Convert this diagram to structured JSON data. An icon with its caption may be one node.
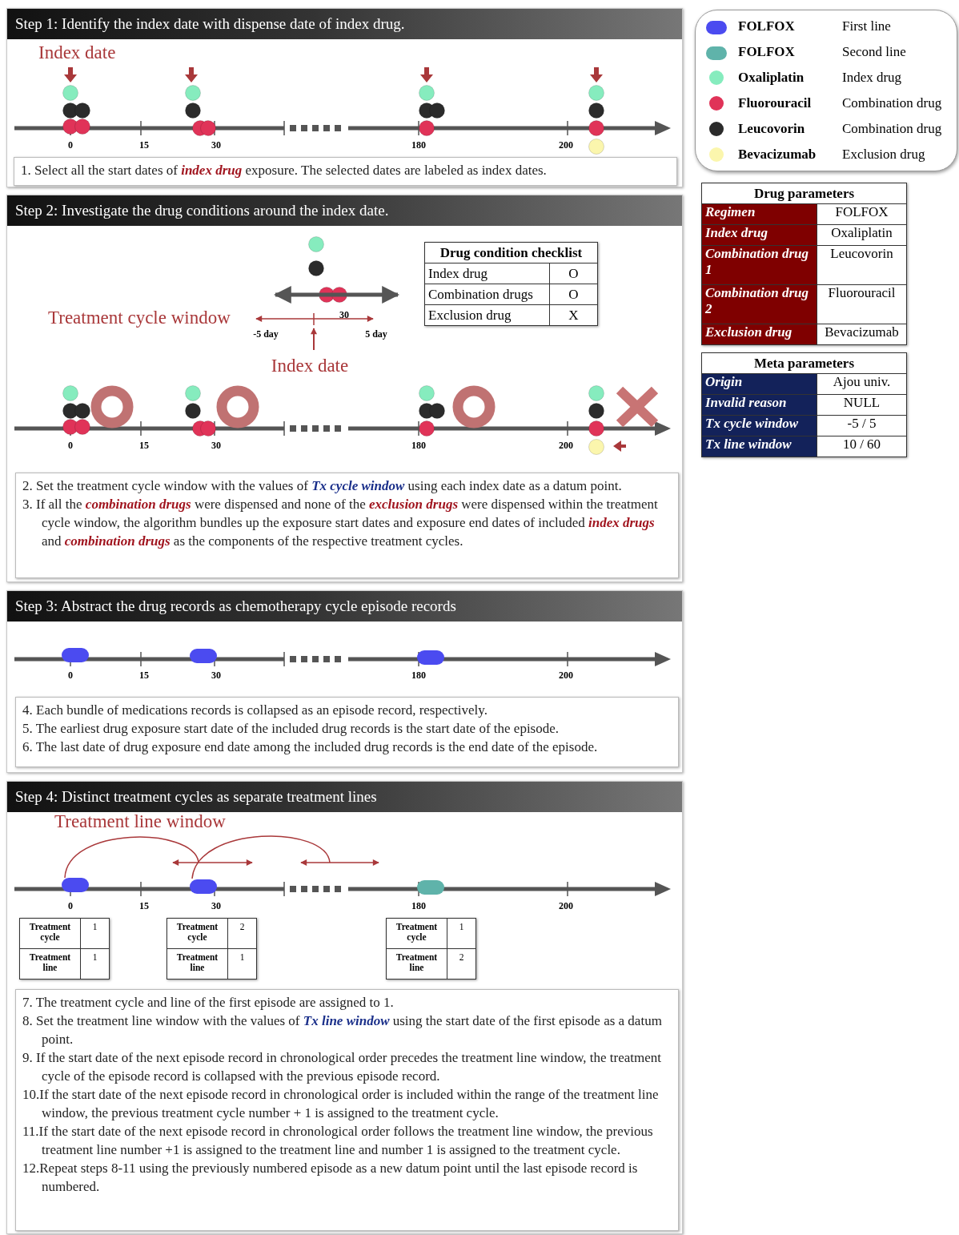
{
  "diagram": {
    "nodes": [
      {
        "text": [
          "Step 1: Identify the index date with dispense date of index drug."
        ]
      },
      {
        "text": [
          "1. Select all the start dates of *index drug* exposure. The selected dates are labeled as index dates."
        ],
        "in": 0
      },
      {
        "text": [
          "Step 2: Investigate the drug conditions around the index date."
        ]
      },
      {
        "text": [
          "2. Set the treatment cycle window with the values of **Tx cycle window** using each index date as a datum point.",
          "3. If all the *combination drugs* were dispensed and none of the *exclusion drugs* were dispensed within the treatment cycle window, the algorithm bundles up the exposure start dates and exposure end dates of included *index drugs* and *combination drugs* as the components of the respective treatment cycles."
        ],
        "in": 2
      },
      {
        "text": [
          "Step 3: Abstract the drug records as chemotherapy cycle episode records"
        ]
      },
      {
        "text": [
          "4. Each bundle of medications records is collapsed as an episode record, respectively.",
          "5. The earliest drug exposure start date of the included drug records is the start date of the episode.",
          "6. The last date of drug exposure end date among the included drug records is the end date of the episode."
        ],
        "in": 4
      },
      {
        "text": [
          "Step 4: Distinct treatment cycles as separate treatment lines"
        ]
      },
      {
        "text": [
          "7. The treatment cycle and line of the first episode are assigned to 1.",
          "8. Set the treatment line window with the values of **Tx line window** using the start date of the first episode as a datum point.",
          "9. If the start date of the next episode record in chronological order precedes the treatment line window, the treatment cycle of the episode record is collapsed with the previous episode record.",
          "10.If the start date of the next episode record in chronological order is included within the range of the treatment line window, the previous treatment cycle number + 1 is assigned to the treatment cycle.",
          "11.If the start date of the next episode record in chronological order follows the treatment line window, the previous treatment line number +1 is assigned to the treatment line and number 1 is assigned to the treatment cycle.",
          "12.Repeat steps 8-11 using the previously numbered episode as a new datum point until the last episode record is numbered."
        ],
        "in": 6
      }
    ],
    "labels": [
      "Index date",
      "0",
      "15",
      "30",
      "180",
      "200",
      "Drug condition checklist",
      "Index drug",
      "O",
      "Combination drugs",
      "O",
      "Exclusion drug",
      "X",
      "Treatment cycle window",
      "30",
      "-5 day",
      "5 day",
      "Index date",
      "0",
      "15",
      "30",
      "180",
      "200",
      "0",
      "15",
      "30",
      "180",
      "200",
      "Treatment line window",
      "0",
      "15",
      "30",
      "180",
      "200",
      "Treatment cycle",
      "1",
      "Treatment line",
      "1",
      "Treatment cycle",
      "2",
      "Treatment line",
      "1",
      "Treatment cycle",
      "1",
      "Treatment line",
      "2",
      "First line",
      "Second line",
      "Index drug",
      "Combination drug",
      "Combination drug",
      "Exclusion drug",
      "Drug parameters",
      "Regimen",
      "FOLFOX",
      "Index drug",
      "Oxaliplatin",
      "Combination drug 1",
      "Leucovorin",
      "Combination drug 2",
      "Fluorouracil",
      "Exclusion drug",
      "Bevacizumab",
      "Meta parameters",
      "Origin",
      "Ajou univ.",
      "Invalid reason",
      "NULL",
      "Tx cycle window",
      "-5 / 5",
      "Tx line window",
      "10 / 60"
    ],
    "legend": [
      {
        "text": "FOLFOX",
        "color": "#4b4bf0"
      },
      {
        "text": "FOLFOX",
        "color": "#5fb3aa"
      },
      {
        "text": "Oxaliplatin",
        "color": "#86ecbe"
      },
      {
        "text": "Fluorouracil",
        "color": "#e03358"
      },
      {
        "text": "Leucovorin",
        "color": "#2b2b2b"
      },
      {
        "text": "Bevacizumab",
        "color": "#fbf6ad"
      }
    ]
  }
}
